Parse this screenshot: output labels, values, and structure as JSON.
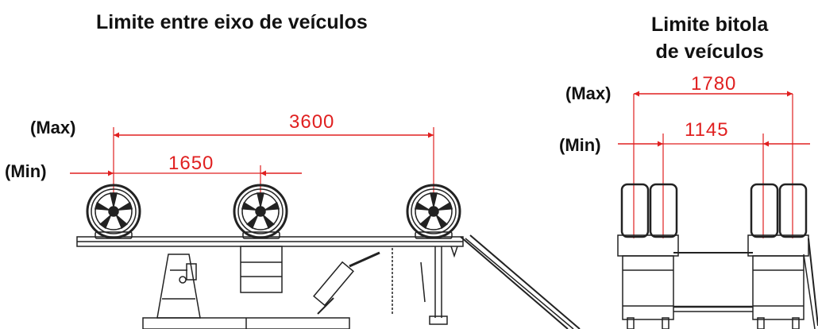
{
  "left_panel": {
    "title": "Limite entre eixo de veículos",
    "max_label": "(Max)",
    "min_label": "(Min)",
    "max_value": "3600",
    "min_value": "1650"
  },
  "right_panel": {
    "title_line1": "Limite bitola",
    "title_line2": "de veículos",
    "max_label": "(Max)",
    "min_label": "(Min)",
    "max_value": "1780",
    "min_value": "1145"
  },
  "colors": {
    "dimension": "#e02020",
    "drawing": "#222222",
    "text": "#111111"
  }
}
